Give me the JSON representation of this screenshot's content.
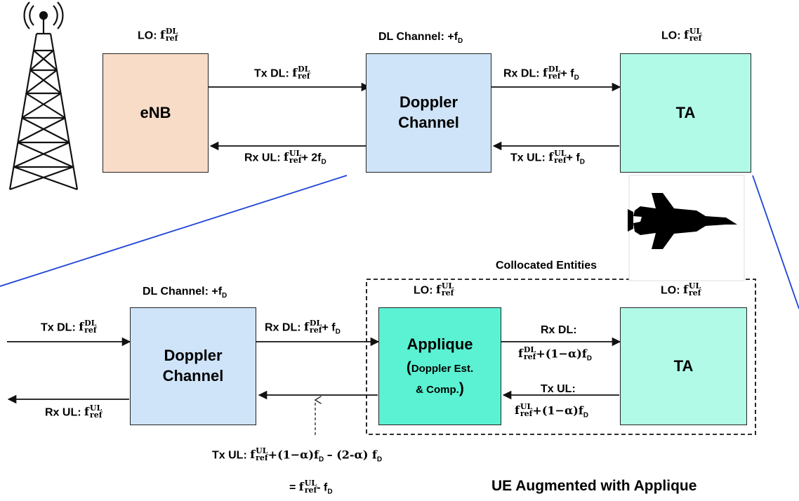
{
  "colors": {
    "enb": "#f8dcc8",
    "doppler": "#cfe4f8",
    "ta": "#b2fae8",
    "applique": "#5af2d2",
    "line_blue": "#1e43d6"
  },
  "icons": [
    "cell-tower-icon",
    "fighter-jet-icon"
  ],
  "top": {
    "enb_label": "eNB",
    "enb_lo": "LO:",
    "channel_label_1": "Doppler",
    "channel_label_2": "Channel",
    "channel_header": "DL Channel: +f",
    "channel_header_sub": "D",
    "ta_label": "TA",
    "ta_lo": "LO:",
    "tx_dl": "Tx DL:",
    "rx_ul": "Rx UL:",
    "rx_ul_tail": "+ 2f",
    "rx_ul_tail_sub": "D",
    "rx_dl": "Rx DL:",
    "rx_dl_tail": "+ f",
    "rx_dl_tail_sub": "D",
    "tx_ul": "Tx UL:",
    "tx_ul_tail": "+ f",
    "tx_ul_tail_sub": "D"
  },
  "bottom": {
    "collocated": "Collocated Entities",
    "channel_header": "DL Channel: +f",
    "channel_header_sub": "D",
    "channel_label_1": "Doppler",
    "channel_label_2": "Channel",
    "applique_label": "Applique",
    "applique_sub_1": "Doppler Est.",
    "applique_sub_2": "& Comp.",
    "applique_lo": "LO:",
    "ta_lo": "LO:",
    "ta_label": "TA",
    "tx_dl": "Tx DL:",
    "rx_ul": "Rx UL:",
    "rx_dl": "Rx DL:",
    "rx_dl_tail": "+ f",
    "rx_dl_tail_sub": "D",
    "rx_dl2": "Rx DL:",
    "rx_dl2_formula": "+(1−α)f",
    "rx_dl2_formula_sub": "D",
    "tx_ul2": "Tx UL:",
    "tx_ul2_formula": "+(1−α)f",
    "tx_ul2_formula_sub": "D",
    "tx_ul_eq": "Tx UL:",
    "tx_ul_eq_mid": "+(1−α)f",
    "tx_ul_eq_mid_sub": "D",
    "tx_ul_eq_tail": "– (2-α) f",
    "tx_ul_eq_tail_sub": "D",
    "result_eq": "=",
    "result_tail": "- f",
    "result_tail_sub": "D",
    "caption": "UE Augmented with Applique"
  },
  "f_ref": {
    "base": "f",
    "sub": "ref",
    "sup_dl": "DL",
    "sup_ul": "UL"
  }
}
